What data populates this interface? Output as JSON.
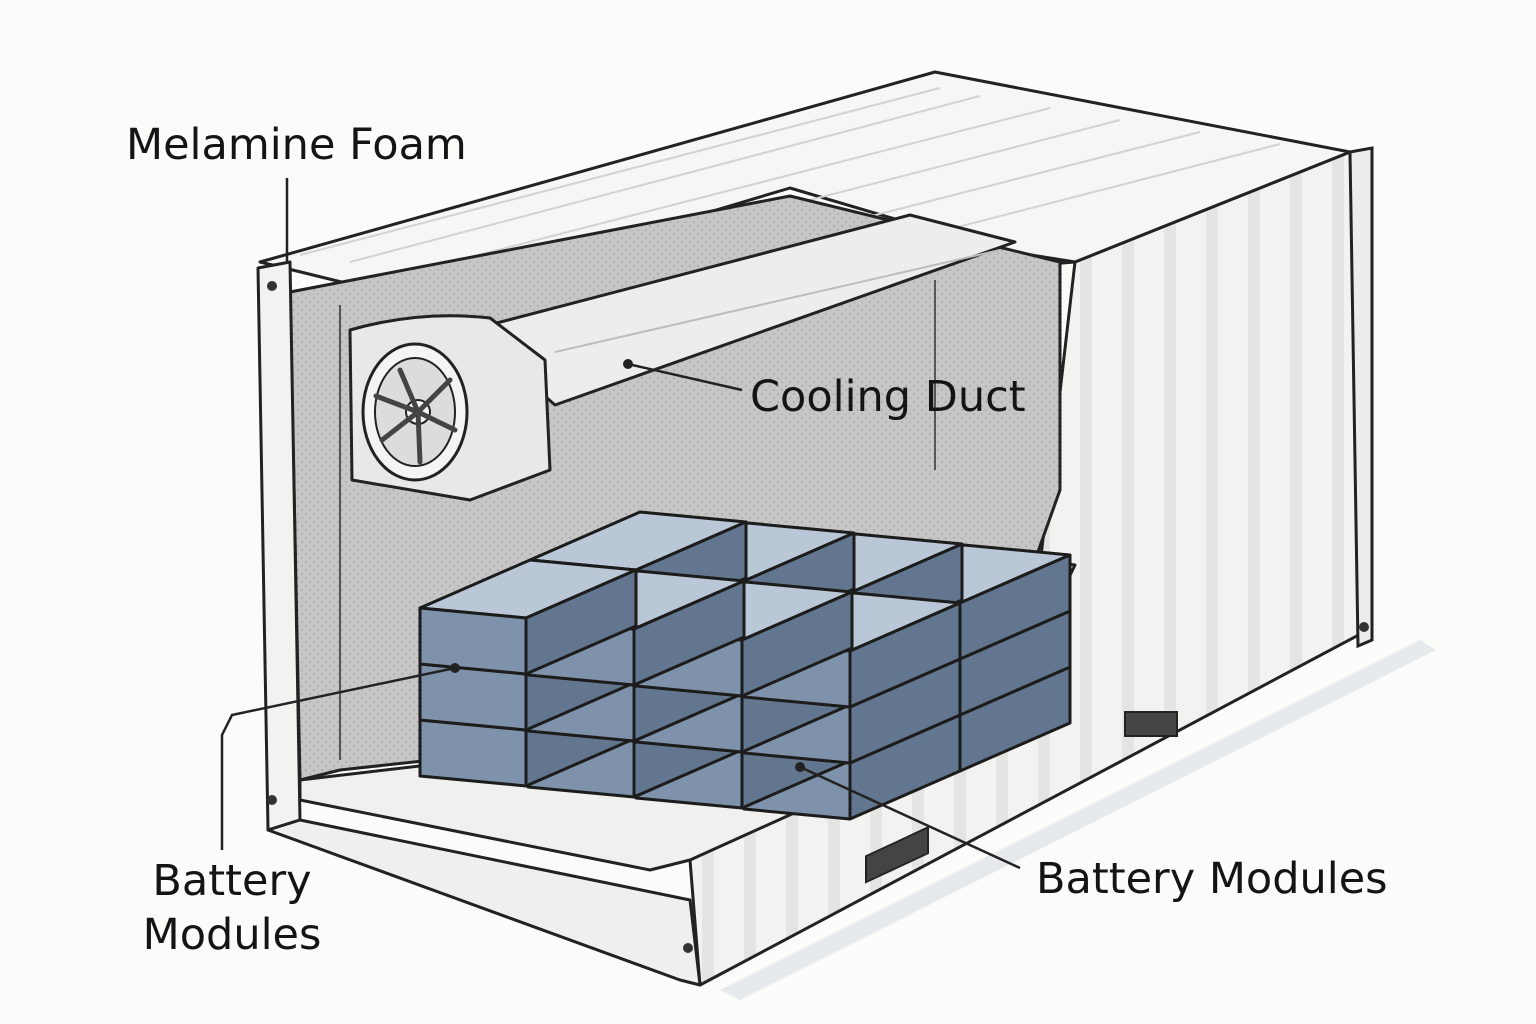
{
  "diagram": {
    "labels": {
      "melamine_foam": "Melamine Foam",
      "cooling_duct": "Cooling Duct",
      "battery_modules_left": "Battery Modules",
      "battery_modules_right": "Battery Modules"
    }
  },
  "colors": {
    "background": "#fbfbfa",
    "container_shell": "#f4f4f2",
    "foam_lining": "#c9c9c9",
    "battery_module": "#7e93ab",
    "outline": "#222222"
  }
}
